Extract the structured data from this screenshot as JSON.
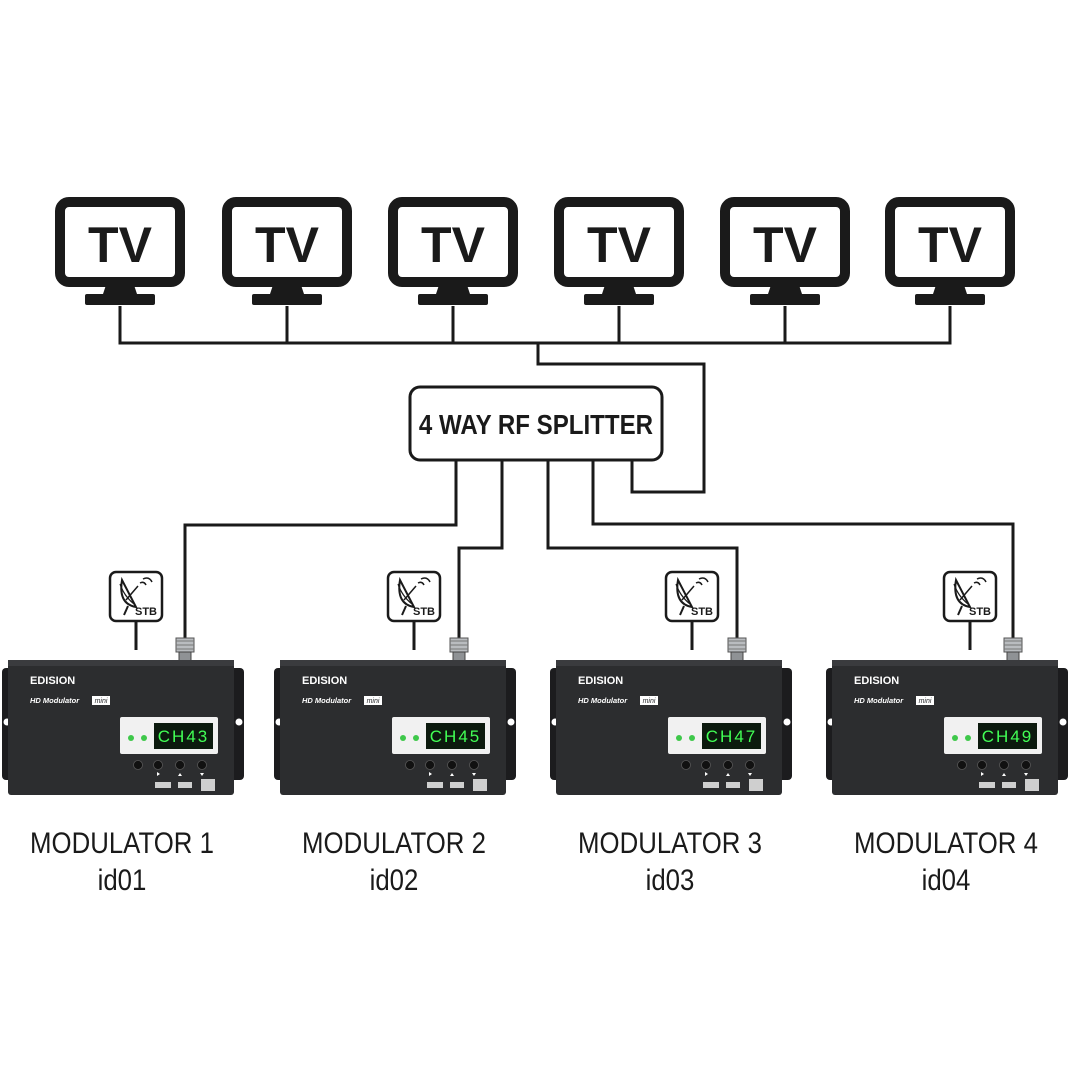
{
  "colors": {
    "background": "#ffffff",
    "line": "#1a1a1a",
    "device_body": "#2c2d2f",
    "device_edge": "#1c1c1e",
    "display_bg": "#0c1a0e",
    "display_text": "#42ff55",
    "led": "#3ec84a"
  },
  "tvs": [
    {
      "label": "TV"
    },
    {
      "label": "TV"
    },
    {
      "label": "TV"
    },
    {
      "label": "TV"
    },
    {
      "label": "TV"
    },
    {
      "label": "TV"
    }
  ],
  "splitter": {
    "label": "4 WAY RF SPLITTER"
  },
  "modulators": [
    {
      "brand": "EDISION",
      "model": "HD Modulator",
      "model_suffix": "mini",
      "channel": "CH43",
      "source_label": "STB",
      "source_icon": "satellite-dish-icon",
      "name": "MODULATOR 1",
      "id": "id01"
    },
    {
      "brand": "EDISION",
      "model": "HD Modulator",
      "model_suffix": "mini",
      "channel": "CH45",
      "source_label": "STB",
      "source_icon": "satellite-dish-icon",
      "name": "MODULATOR 2",
      "id": "id02"
    },
    {
      "brand": "EDISION",
      "model": "HD Modulator",
      "model_suffix": "mini",
      "channel": "CH47",
      "source_label": "STB",
      "source_icon": "satellite-dish-icon",
      "name": "MODULATOR 3",
      "id": "id03"
    },
    {
      "brand": "EDISION",
      "model": "HD Modulator",
      "model_suffix": "mini",
      "channel": "CH49",
      "source_label": "STB",
      "source_icon": "satellite-dish-icon",
      "name": "MODULATOR 4",
      "id": "id04"
    }
  ]
}
